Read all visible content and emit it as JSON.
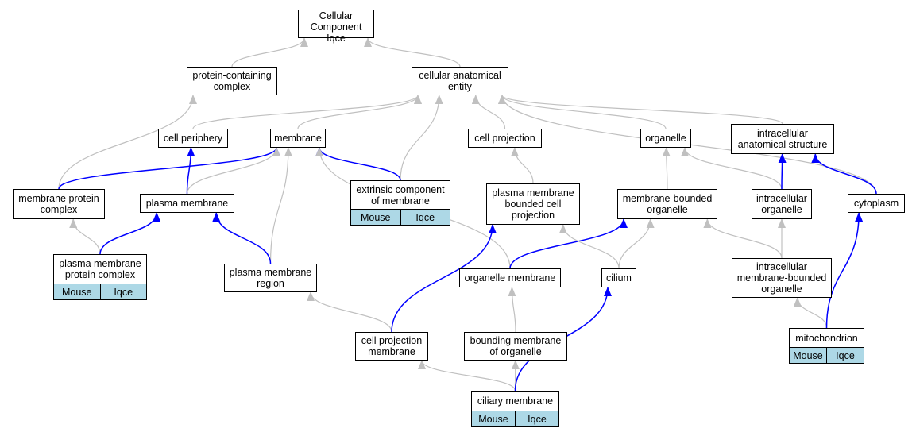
{
  "colors": {
    "is_a_edge": "#c0c0c0",
    "part_of_edge": "#0000ff",
    "tag_fill": "#add8e6",
    "node_border": "#000000"
  },
  "nodes": {
    "cellular_component": {
      "label": "Cellular Component\nIqce",
      "tags": []
    },
    "protein_containing_complex": {
      "label": "protein-containing\ncomplex",
      "tags": []
    },
    "cellular_anatomical_entity": {
      "label": "cellular anatomical\nentity",
      "tags": []
    },
    "cell_periphery": {
      "label": "cell periphery",
      "tags": []
    },
    "membrane": {
      "label": "membrane",
      "tags": []
    },
    "cell_projection": {
      "label": "cell projection",
      "tags": []
    },
    "organelle": {
      "label": "organelle",
      "tags": []
    },
    "intracellular_anatomical_structure": {
      "label": "intracellular\nanatomical structure",
      "tags": []
    },
    "membrane_protein_complex": {
      "label": "membrane protein\ncomplex",
      "tags": []
    },
    "plasma_membrane": {
      "label": "plasma membrane",
      "tags": []
    },
    "extrinsic_component_of_membrane": {
      "label": "extrinsic component\nof membrane",
      "tags": [
        "Mouse",
        "Iqce"
      ]
    },
    "plasma_membrane_bounded_cell_projection": {
      "label": "plasma membrane\nbounded cell\nprojection",
      "tags": []
    },
    "membrane_bounded_organelle": {
      "label": "membrane-bounded\norganelle",
      "tags": []
    },
    "intracellular_organelle": {
      "label": "intracellular\norganelle",
      "tags": []
    },
    "cytoplasm": {
      "label": "cytoplasm",
      "tags": []
    },
    "plasma_membrane_protein_complex": {
      "label": "plasma membrane\nprotein complex",
      "tags": [
        "Mouse",
        "Iqce"
      ]
    },
    "plasma_membrane_region": {
      "label": "plasma membrane\nregion",
      "tags": []
    },
    "organelle_membrane": {
      "label": "organelle membrane",
      "tags": []
    },
    "cilium": {
      "label": "cilium",
      "tags": []
    },
    "intracellular_membrane_bounded_organelle": {
      "label": "intracellular\nmembrane-bounded\norganelle",
      "tags": []
    },
    "cell_projection_membrane": {
      "label": "cell projection\nmembrane",
      "tags": []
    },
    "bounding_membrane_of_organelle": {
      "label": "bounding membrane\nof organelle",
      "tags": []
    },
    "mitochondrion": {
      "label": "mitochondrion",
      "tags": [
        "Mouse",
        "Iqce"
      ]
    },
    "ciliary_membrane": {
      "label": "ciliary membrane",
      "tags": [
        "Mouse",
        "Iqce"
      ]
    }
  },
  "edges": [
    {
      "from": "protein_containing_complex",
      "to": "cellular_component",
      "relation": "is_a"
    },
    {
      "from": "cellular_anatomical_entity",
      "to": "cellular_component",
      "relation": "is_a"
    },
    {
      "from": "cell_periphery",
      "to": "cellular_anatomical_entity",
      "relation": "is_a"
    },
    {
      "from": "membrane",
      "to": "cellular_anatomical_entity",
      "relation": "is_a"
    },
    {
      "from": "extrinsic_component_of_membrane",
      "to": "cellular_anatomical_entity",
      "relation": "is_a"
    },
    {
      "from": "cell_projection",
      "to": "cellular_anatomical_entity",
      "relation": "is_a"
    },
    {
      "from": "organelle",
      "to": "cellular_anatomical_entity",
      "relation": "is_a"
    },
    {
      "from": "intracellular_anatomical_structure",
      "to": "cellular_anatomical_entity",
      "relation": "is_a"
    },
    {
      "from": "cytoplasm",
      "to": "cellular_anatomical_entity",
      "relation": "is_a"
    },
    {
      "from": "membrane_protein_complex",
      "to": "protein_containing_complex",
      "relation": "is_a"
    },
    {
      "from": "membrane_protein_complex",
      "to": "membrane",
      "relation": "part_of"
    },
    {
      "from": "plasma_membrane",
      "to": "cell_periphery",
      "relation": "part_of"
    },
    {
      "from": "plasma_membrane",
      "to": "membrane",
      "relation": "is_a"
    },
    {
      "from": "extrinsic_component_of_membrane",
      "to": "membrane",
      "relation": "part_of"
    },
    {
      "from": "plasma_membrane_region",
      "to": "membrane",
      "relation": "is_a"
    },
    {
      "from": "organelle_membrane",
      "to": "membrane",
      "relation": "is_a"
    },
    {
      "from": "plasma_membrane_bounded_cell_projection",
      "to": "cell_projection",
      "relation": "is_a"
    },
    {
      "from": "membrane_bounded_organelle",
      "to": "organelle",
      "relation": "is_a"
    },
    {
      "from": "intracellular_organelle",
      "to": "organelle",
      "relation": "is_a"
    },
    {
      "from": "intracellular_organelle",
      "to": "intracellular_anatomical_structure",
      "relation": "part_of"
    },
    {
      "from": "cytoplasm",
      "to": "intracellular_anatomical_structure",
      "relation": "part_of"
    },
    {
      "from": "plasma_membrane_protein_complex",
      "to": "membrane_protein_complex",
      "relation": "is_a"
    },
    {
      "from": "plasma_membrane_protein_complex",
      "to": "plasma_membrane",
      "relation": "part_of"
    },
    {
      "from": "plasma_membrane_region",
      "to": "plasma_membrane",
      "relation": "part_of"
    },
    {
      "from": "organelle_membrane",
      "to": "membrane_bounded_organelle",
      "relation": "part_of"
    },
    {
      "from": "cilium",
      "to": "plasma_membrane_bounded_cell_projection",
      "relation": "is_a"
    },
    {
      "from": "cilium",
      "to": "membrane_bounded_organelle",
      "relation": "is_a"
    },
    {
      "from": "intracellular_membrane_bounded_organelle",
      "to": "membrane_bounded_organelle",
      "relation": "is_a"
    },
    {
      "from": "intracellular_membrane_bounded_organelle",
      "to": "intracellular_organelle",
      "relation": "is_a"
    },
    {
      "from": "cell_projection_membrane",
      "to": "plasma_membrane_region",
      "relation": "is_a"
    },
    {
      "from": "cell_projection_membrane",
      "to": "plasma_membrane_bounded_cell_projection",
      "relation": "part_of"
    },
    {
      "from": "bounding_membrane_of_organelle",
      "to": "organelle_membrane",
      "relation": "is_a"
    },
    {
      "from": "mitochondrion",
      "to": "intracellular_membrane_bounded_organelle",
      "relation": "is_a"
    },
    {
      "from": "mitochondrion",
      "to": "cytoplasm",
      "relation": "part_of"
    },
    {
      "from": "ciliary_membrane",
      "to": "cell_projection_membrane",
      "relation": "is_a"
    },
    {
      "from": "ciliary_membrane",
      "to": "bounding_membrane_of_organelle",
      "relation": "is_a"
    },
    {
      "from": "ciliary_membrane",
      "to": "cilium",
      "relation": "part_of"
    }
  ]
}
